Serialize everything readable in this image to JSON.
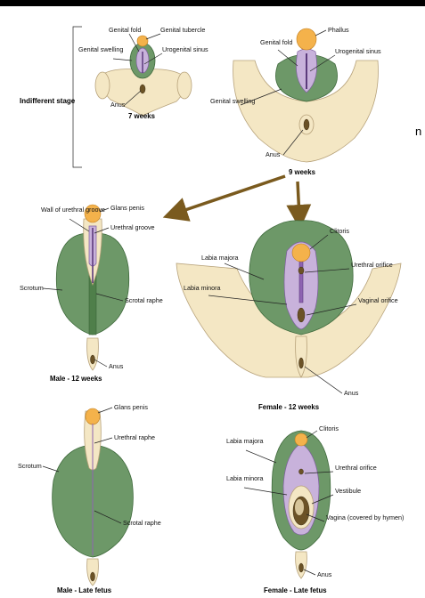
{
  "stages": {
    "indifferent": "Indifferent stage",
    "w7": "7 weeks",
    "w9": "9 weeks",
    "male12": "Male - 12 weeks",
    "female12": "Female - 12 weeks",
    "maleLate": "Male - Late fetus",
    "femaleLate": "Female - Late fetus"
  },
  "side_fragment": "n",
  "labels7": {
    "genital_fold": "Genital fold",
    "genital_tubercle": "Genital tubercle",
    "genital_swelling": "Genital swelling",
    "urogenital_sinus": "Urogenital sinus",
    "anus": "Anus"
  },
  "labels9": {
    "phallus": "Phallus",
    "genital_fold": "Genital fold",
    "urogenital_sinus": "Urogenital sinus",
    "genital_swelling": "Genital swelling",
    "anus": "Anus"
  },
  "labelsM12": {
    "wall": "Wall of urethral groove",
    "glans": "Glans penis",
    "groove": "Urethral groove",
    "scrotum": "Scrotum",
    "raphe": "Scrotal raphe",
    "anus": "Anus"
  },
  "labelsF12": {
    "clitoris": "Clitoris",
    "majora": "Labia majora",
    "minora": "Labia minora",
    "urethral": "Urethral orifice",
    "vaginal": "Vaginal orifice",
    "anus": "Anus"
  },
  "labelsML": {
    "glans": "Glans penis",
    "raphe_u": "Urethral raphe",
    "scrotum": "Scrotum",
    "raphe_s": "Scrotal raphe"
  },
  "labelsFL": {
    "clitoris": "Clitoris",
    "majora": "Labia majora",
    "minora": "Labia minora",
    "urethral": "Urethral orifice",
    "vestibule": "Vestibule",
    "vagina": "Vagina (covered by hymen)",
    "anus": "Anus"
  }
}
